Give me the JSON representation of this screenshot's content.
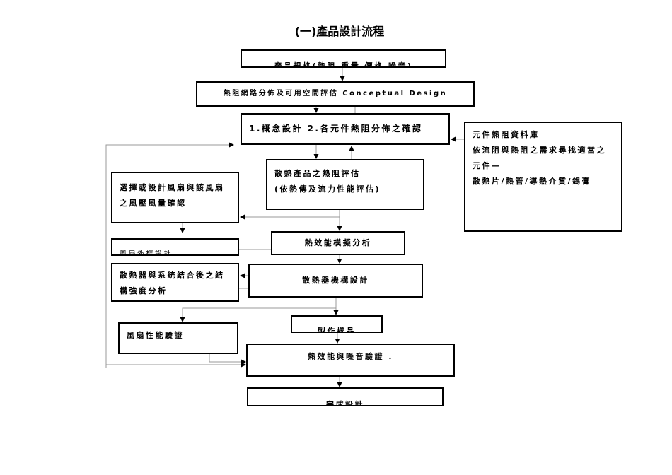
{
  "title": "(一)產品設計流程",
  "nodes": {
    "spec": "產品規格(熱阻 重量 價格 噪音)",
    "network": "熱阻網路分佈及可用空間評估  Conceptual Design",
    "concept": "1.概念設計  2.各元件熱阻分佈之確認",
    "database": [
      "元件熱阻資料庫",
      "依流阻與熱阻之需求尋找適當之",
      "元件—",
      "散熱片/熱管/導熱介質/錫膏"
    ],
    "evaluate": [
      "散熱產品之熱阻評估",
      "(依熱傳及流力性能評估)"
    ],
    "fan_select": [
      "選擇或設計風扇與該風扇",
      "之風壓風量確認"
    ],
    "fan_frame": "風扇外框設計",
    "simulation": "熱效能模擬分析",
    "structure": [
      "散熱器與系統結合後之結",
      "構強度分析"
    ],
    "mechanism": "散熱器機構設計",
    "sample": "製作樣品",
    "fan_verify": "風扇性能驗證",
    "thermal_verify": "熱效能與噪音驗證  .",
    "complete": "完成設計"
  },
  "colors": {
    "border": "#000000",
    "connector": "#999999"
  }
}
